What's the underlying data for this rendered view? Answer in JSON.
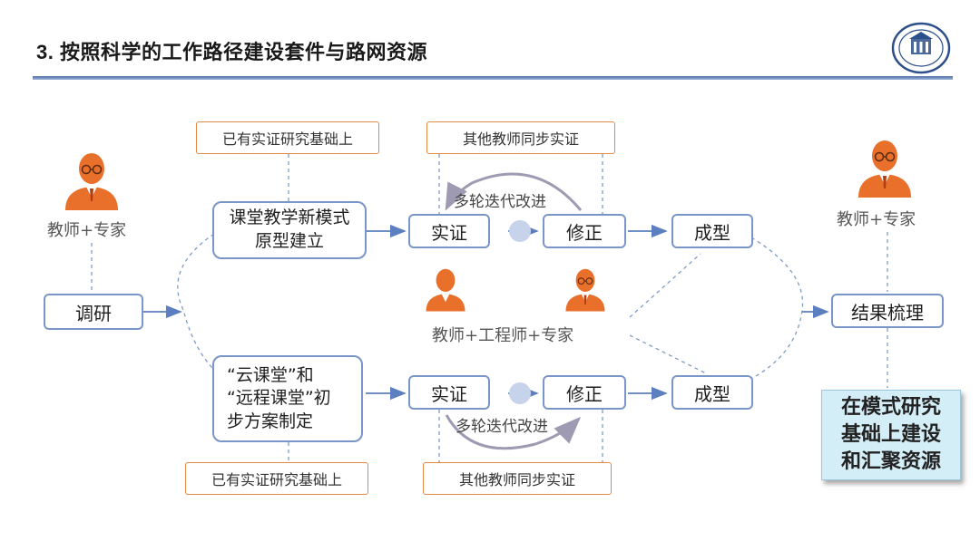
{
  "title": "3. 按照科学的工作路径建设套件与路网资源",
  "diagram": {
    "survey": "调研",
    "upper_path": {
      "stage": "课堂教学新模式原型建立",
      "stage_lines": [
        "课堂教学新模式",
        "原型建立"
      ],
      "basis_note": "已有实证研究基础上",
      "sync_note": "其他教师同步实证",
      "iterate_label": "多轮迭代改进",
      "verify": "实证",
      "revise": "修正",
      "formed": "成型"
    },
    "lower_path": {
      "stage_lines": [
        "“云课堂”和",
        "“远程课堂”初",
        "步方案制定"
      ],
      "basis_note": "已有实证研究基础上",
      "sync_note": "其他教师同步实证",
      "iterate_label": "多轮迭代改进",
      "verify": "实证",
      "revise": "修正",
      "formed": "成型"
    },
    "left_actor": "教师+专家",
    "right_actor": "教师+专家",
    "center_actor": "教师+工程师+专家",
    "summary": "结果梳理",
    "result_lines": [
      "在模式研究",
      "基础上建设",
      "和汇聚资源"
    ]
  },
  "colors": {
    "accent_blue": "#7a96c8",
    "note_orange": "#e08a43",
    "person_orange": "#e8702a",
    "result_fill": "#d4eef8"
  }
}
